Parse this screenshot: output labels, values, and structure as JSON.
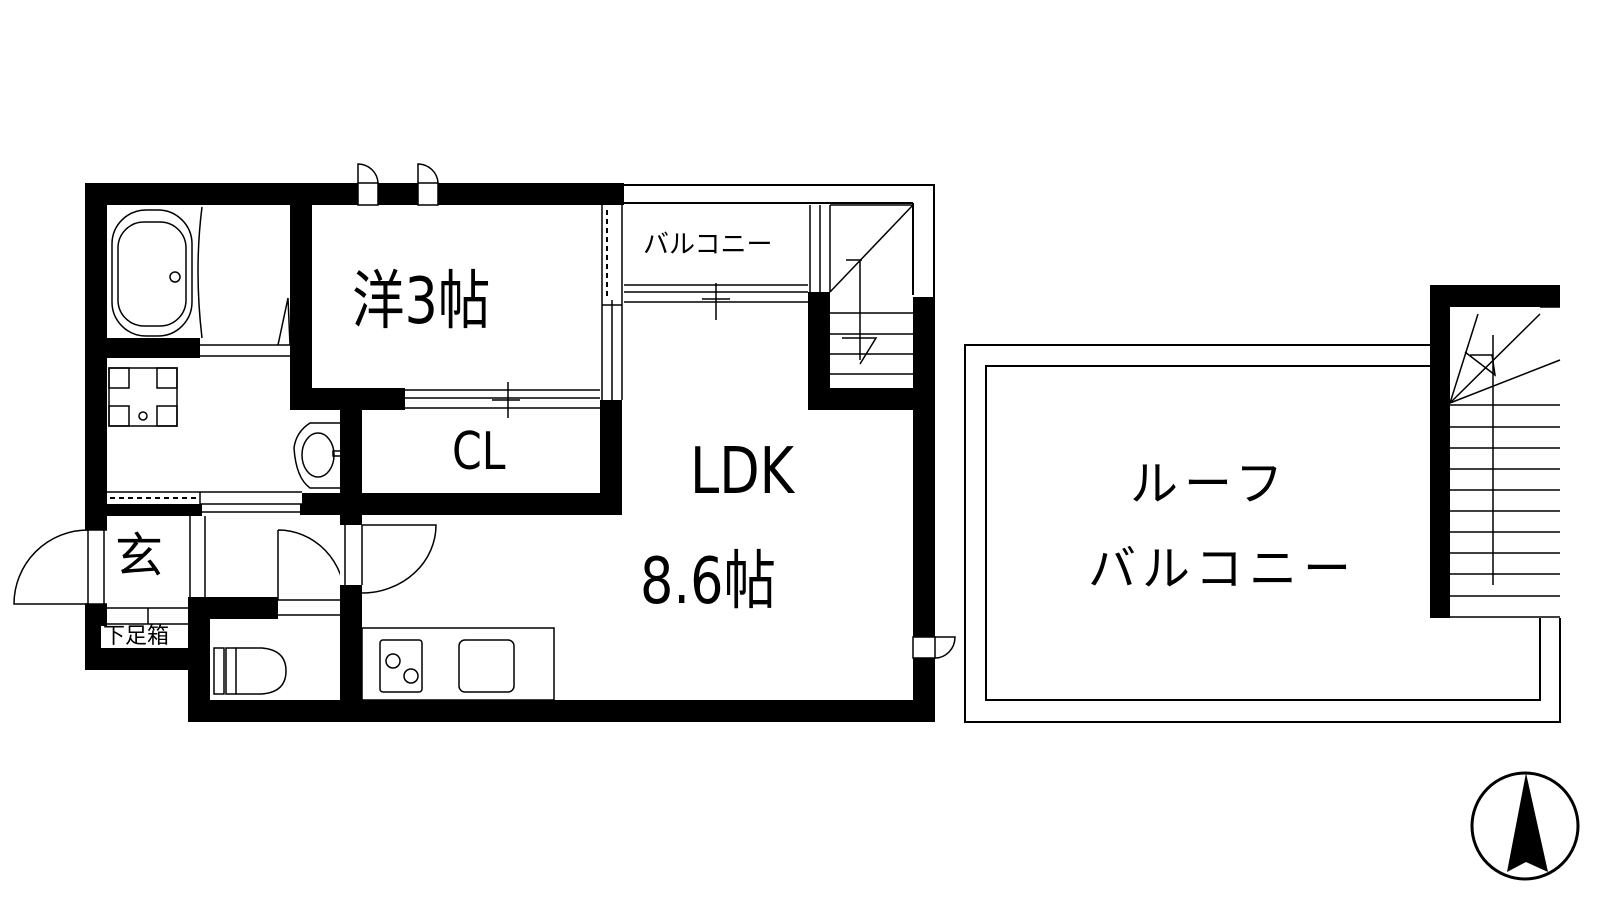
{
  "floorplan": {
    "rooms": {
      "western_room": {
        "label": "洋3帖",
        "type": "Western-style room",
        "size_jo": 3
      },
      "closet": {
        "label": "CL"
      },
      "ldk": {
        "label_line1": "LDK",
        "label_line2": "8.6帖",
        "size_jo": 8.6
      },
      "balcony": {
        "label": "バルコニー"
      },
      "entrance": {
        "label": "玄"
      },
      "shoe_box": {
        "label": "下足箱"
      },
      "roof_balcony": {
        "label_line1": "ルーフ",
        "label_line2": "バルコニー"
      }
    },
    "fixtures": [
      "bathtub",
      "washing-machine-pan",
      "washbasin",
      "toilet",
      "two-burner-stove",
      "kitchen-sink",
      "staircase",
      "roof-staircase"
    ],
    "compass": {
      "direction": "N",
      "icon": "north-arrow-icon"
    },
    "colors": {
      "wall": "#000000",
      "background": "#ffffff",
      "line": "#000000"
    }
  }
}
